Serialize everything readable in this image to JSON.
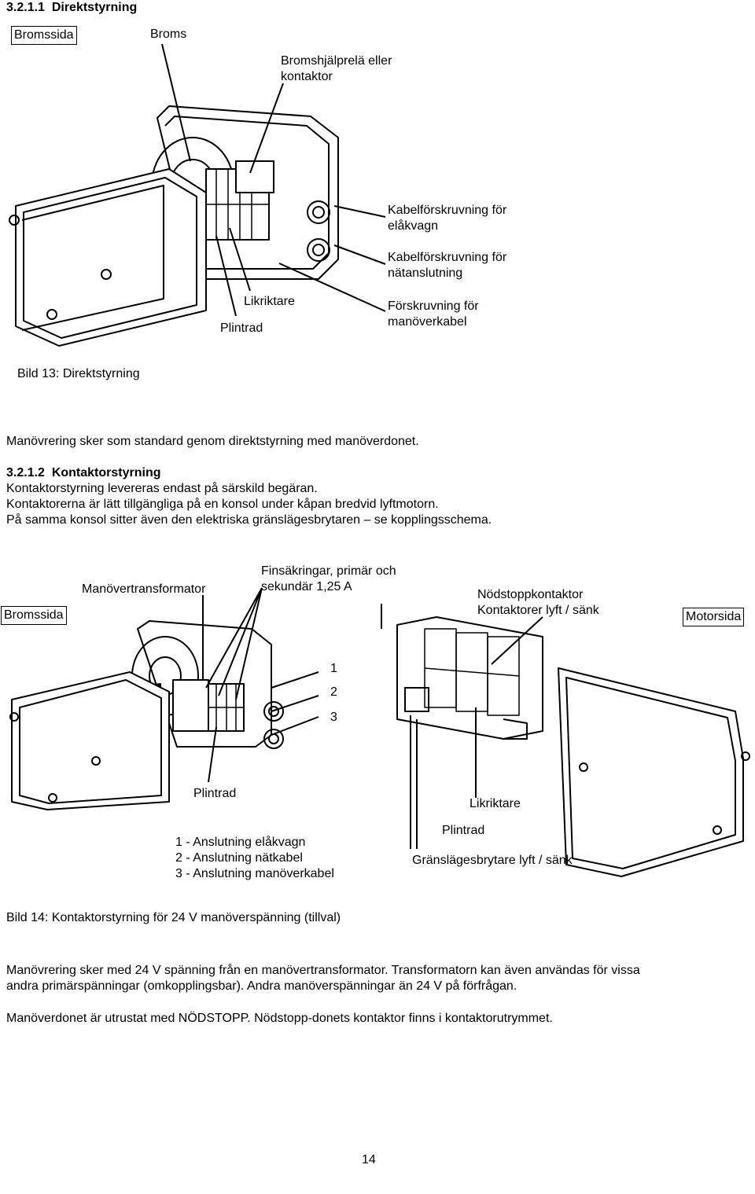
{
  "section_1": {
    "number": "3.2.1.1",
    "title": "Direktstyrning"
  },
  "figure_13": {
    "labels": {
      "bromssida": "Bromssida",
      "broms": "Broms",
      "bromshjalprela_1": "Bromshjälprelä eller",
      "bromshjalprela_2": "kontaktor",
      "kabel_elakvagn_1": "Kabelförskruvning för",
      "kabel_elakvagn_2": "elåkvagn",
      "kabel_natanslutning_1": "Kabelförskruvning för",
      "kabel_natanslutning_2": "nätanslutning",
      "likriktare": "Likriktare",
      "forskruvning_1": "Förskruvning för",
      "forskruvning_2": "manöverkabel",
      "plintrad": "Plintrad"
    },
    "caption": "Bild 13: Direktstyrning"
  },
  "para_1": "Manövrering sker som standard genom direktstyrning med manöverdonet.",
  "section_2": {
    "number": "3.2.1.2",
    "title": "Kontaktorstyrning",
    "lines": [
      "Kontaktorstyrning levereras endast på särskild begäran.",
      "Kontaktorerna är lätt tillgängliga på en konsol under kåpan bredvid lyftmotorn.",
      "På samma konsol sitter även den elektriska gränslägesbrytaren – se kopplingsschema."
    ]
  },
  "figure_14": {
    "labels": {
      "bromssida": "Bromssida",
      "manovertransformator": "Manövertransformator",
      "finsakringar_1": "Finsäkringar, primär och",
      "finsakringar_2": "sekundär 1,25 A",
      "nodstopp": "Nödstoppkontaktor",
      "kontaktorer": "Kontaktorer lyft / sänk",
      "motorsida": "Motorsida",
      "num_1": "1",
      "num_2": "2",
      "num_3": "3",
      "plintrad_left": "Plintrad",
      "likriktare": "Likriktare",
      "plintrad_right": "Plintrad",
      "granslage": "Gränslägesbrytare lyft / sänk",
      "legend_1": "1 - Anslutning elåkvagn",
      "legend_2": "2 - Anslutning nätkabel",
      "legend_3": "3 - Anslutning manöverkabel"
    },
    "caption": "Bild 14: Kontaktorstyrning för 24 V manöverspänning (tillval)"
  },
  "para_2_line_1": "Manövrering sker med 24 V spänning från en manövertransformator. Transformatorn kan även användas för vissa",
  "para_2_line_2": "andra primärspänningar (omkopplingsbar). Andra manöverspänningar än 24 V på förfrågan.",
  "para_3": "Manöverdonet är utrustat med NÖDSTOPP. Nödstopp-donets kontaktor finns i kontaktorutrymmet.",
  "page_number": "14"
}
